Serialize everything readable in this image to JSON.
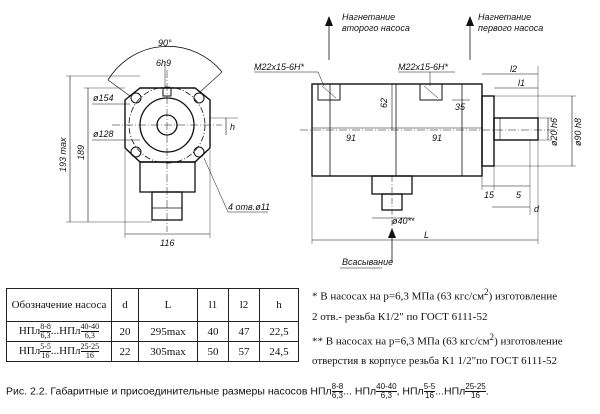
{
  "drawing": {
    "angle_90": "90°",
    "key_6h9": "6h9",
    "dia_154": "ø154",
    "dia_128": "ø128",
    "h": "h",
    "height_193": "193 max",
    "height_189": "189",
    "width_116": "116",
    "holes": "4 отв.ø11",
    "thread_left": "M22x15-6H*",
    "thread_right": "M22x15-6H*",
    "discharge_second": [
      "Нагнетание",
      "второго насоса"
    ],
    "discharge_first": [
      "Нагнетание",
      "первого насоса"
    ],
    "d62": "62",
    "d35": "35",
    "d91a": "91",
    "d91b": "91",
    "l2": "l2",
    "l1": "l1",
    "dia20": "ø20 h6",
    "dia90": "ø90 h8",
    "d15": "15",
    "d5": "5",
    "d": "d",
    "dia40": "ø40**",
    "L": "L",
    "suction": "Всасывание"
  },
  "table": {
    "headers": [
      "Обозначение насоса",
      "d",
      "L",
      "l1",
      "l2",
      "h"
    ],
    "rows": [
      {
        "name": "НПл",
        "a_n": "8-8",
        "a_d": "6,3",
        "mid": "...НПл",
        "b_n": "40-40",
        "b_d": "6,3",
        "d": "20",
        "L": "295max",
        "l1": "40",
        "l2": "47",
        "h": "22,5"
      },
      {
        "name": "НПл",
        "a_n": "5-5",
        "a_d": "16",
        "mid": "...НПл",
        "b_n": "25-25",
        "b_d": "16",
        "d": "22",
        "L": "305max",
        "l1": "50",
        "l2": "57",
        "h": "24,5"
      }
    ]
  },
  "notes": {
    "n1a": "* В насосах  на р=6,3 МПа (63 кгс/см",
    "n1sup": "2",
    "n1b": ") изготовление",
    "n1c": "2 отв.- резьба К1/2\" по ГОСТ 6111-52",
    "n2a": "** В насосах  на р=6,3 МПа (63 кгс/см",
    "n2sup": "2",
    "n2b": ") изготовление",
    "n2c": "отверстия в корпусе резьба К1 1/2\"по ГОСТ 6111-52"
  },
  "caption": {
    "text": "Рис. 2.2. Габаритные и присоединительные размеры насосов НПл",
    "f1n": "8-8",
    "f1d": "6,3",
    "s1": "... НПл",
    "f2n": "40-40",
    "f2d": "6,3",
    "s2": ", НПл",
    "f3n": "5-5",
    "f3d": "16",
    "s3": "...НПл",
    "f4n": "25-25",
    "f4d": "16",
    "end": "."
  }
}
